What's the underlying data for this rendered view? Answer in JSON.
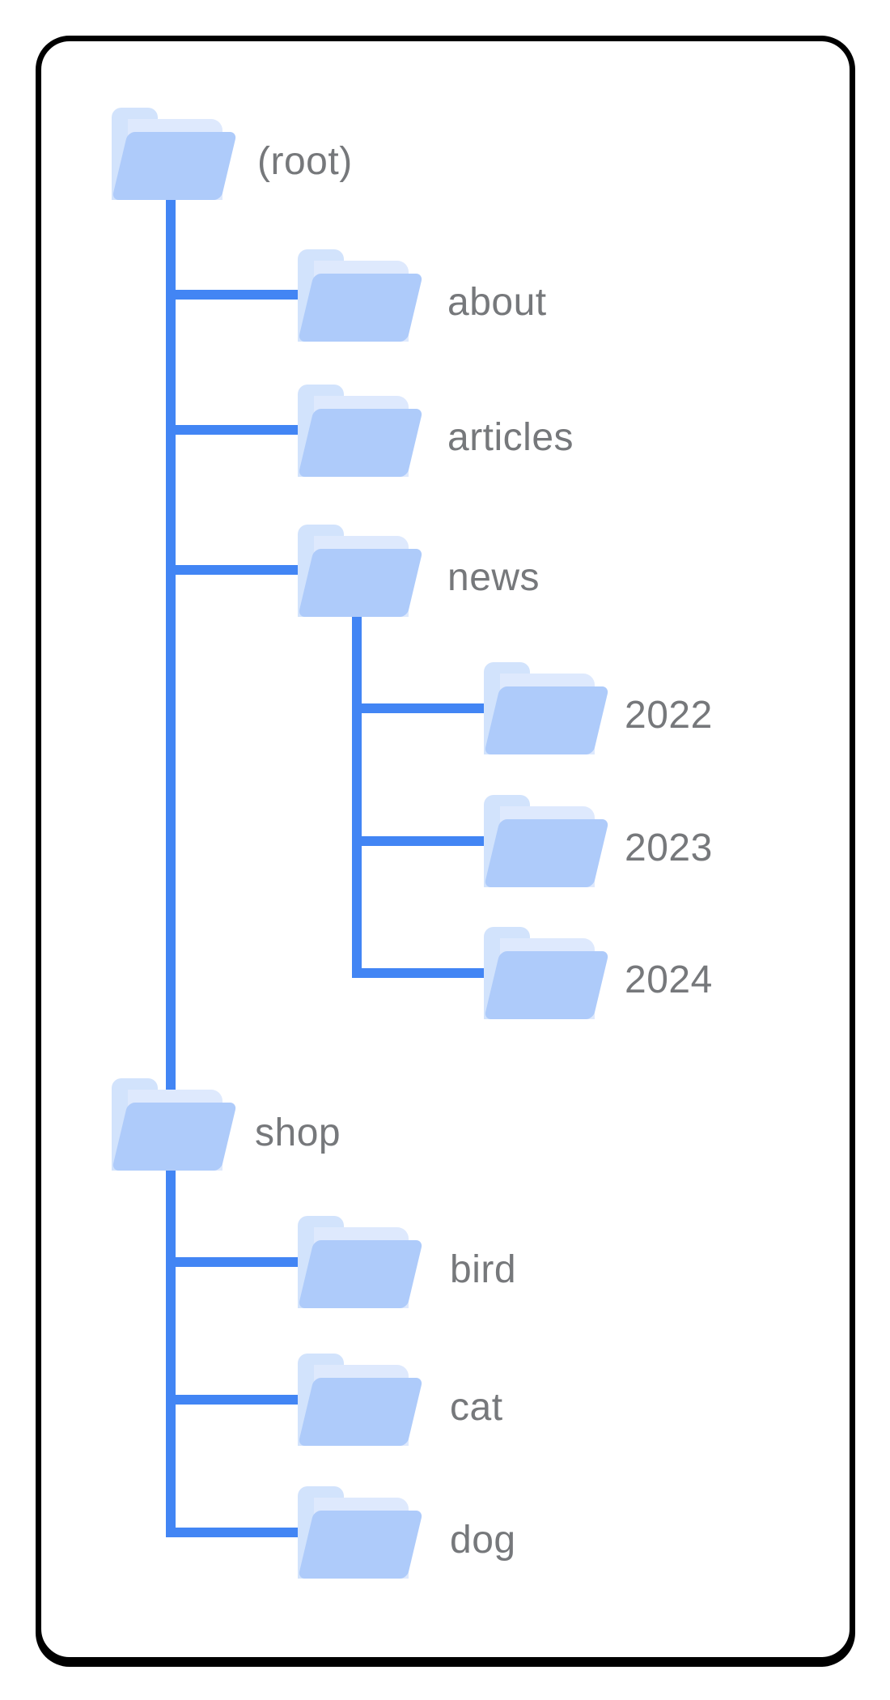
{
  "diagram": {
    "type": "site-folder-structure-tree",
    "colors": {
      "connector": "#4285F4",
      "folder_front": "#AECBFA",
      "folder_back_tab": "#D2E3FC",
      "folder_sheet": "#DEE9FD",
      "label_text": "#76787B",
      "frame_border": "#000000",
      "background": "#FFFFFF"
    },
    "nodes": [
      {
        "id": "root",
        "label": "(root)",
        "depth": 0,
        "parent": null
      },
      {
        "id": "about",
        "label": "about",
        "depth": 1,
        "parent": "root"
      },
      {
        "id": "articles",
        "label": "articles",
        "depth": 1,
        "parent": "root"
      },
      {
        "id": "news",
        "label": "news",
        "depth": 1,
        "parent": "root"
      },
      {
        "id": "y2022",
        "label": "2022",
        "depth": 2,
        "parent": "news"
      },
      {
        "id": "y2023",
        "label": "2023",
        "depth": 2,
        "parent": "news"
      },
      {
        "id": "y2024",
        "label": "2024",
        "depth": 2,
        "parent": "news"
      },
      {
        "id": "shop",
        "label": "shop",
        "depth": 1,
        "parent": "root"
      },
      {
        "id": "bird",
        "label": "bird",
        "depth": 2,
        "parent": "shop"
      },
      {
        "id": "cat",
        "label": "cat",
        "depth": 2,
        "parent": "shop"
      },
      {
        "id": "dog",
        "label": "dog",
        "depth": 2,
        "parent": "shop"
      }
    ]
  }
}
